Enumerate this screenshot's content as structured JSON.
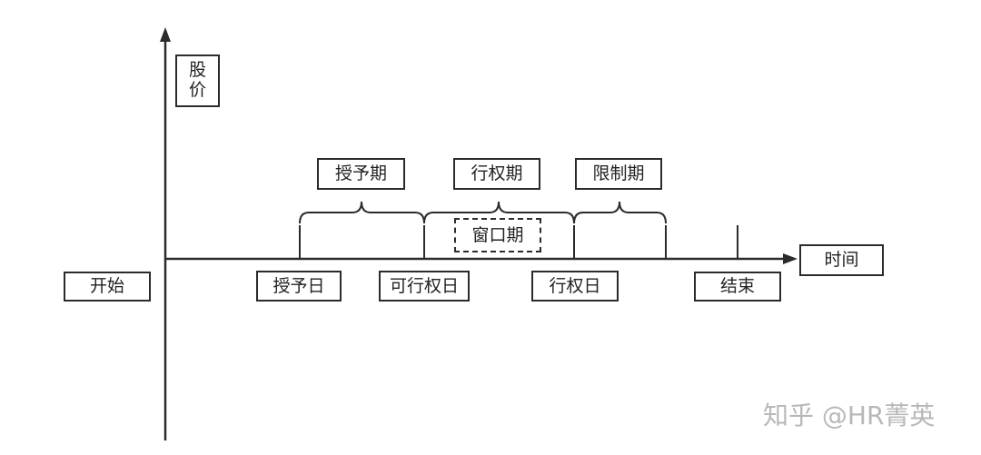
{
  "diagram": {
    "y_axis_label": [
      "股",
      "价"
    ],
    "x_axis_label": "时间",
    "start_label": "开始",
    "end_label": "结束",
    "milestones": {
      "grant_date": "授予日",
      "vesting_date": "可行权日",
      "exercise_date": "行权日"
    },
    "periods": {
      "grant_period": "授予期",
      "exercise_period": "行权期",
      "restriction_period": "限制期",
      "window_period": "窗口期"
    }
  },
  "watermark": "知乎 @HR菁英"
}
